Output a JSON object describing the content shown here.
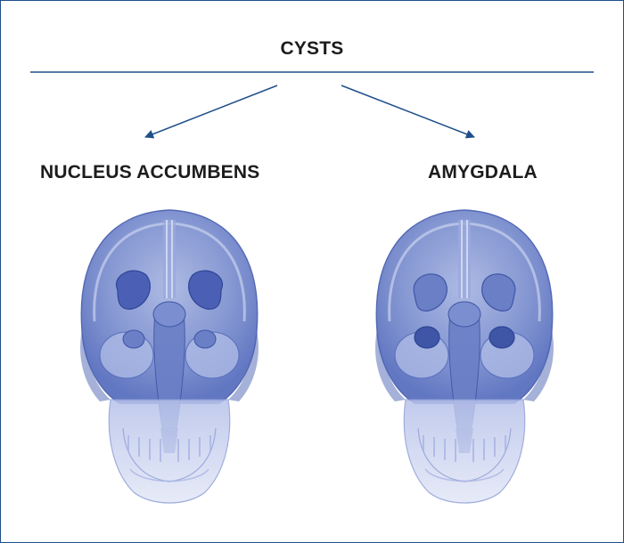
{
  "diagram": {
    "title": "CYSTS",
    "left": {
      "label": "NUCLEUS ACCUMBENS"
    },
    "right": {
      "label": "AMYGDALA"
    }
  },
  "colors": {
    "frame": "#1f4f8a",
    "rule": "#1f4f8a",
    "arrow": "#1f4f8a",
    "skull_light": "#c9d2ee",
    "skull_mid": "#8f9fd6",
    "skull_dark": "#4c63b3",
    "structure": "#5a6fc0",
    "text": "#1c1c1c"
  },
  "icons": [
    "arrow-left-down-icon",
    "arrow-right-down-icon",
    "skull-brain-illustration"
  ]
}
